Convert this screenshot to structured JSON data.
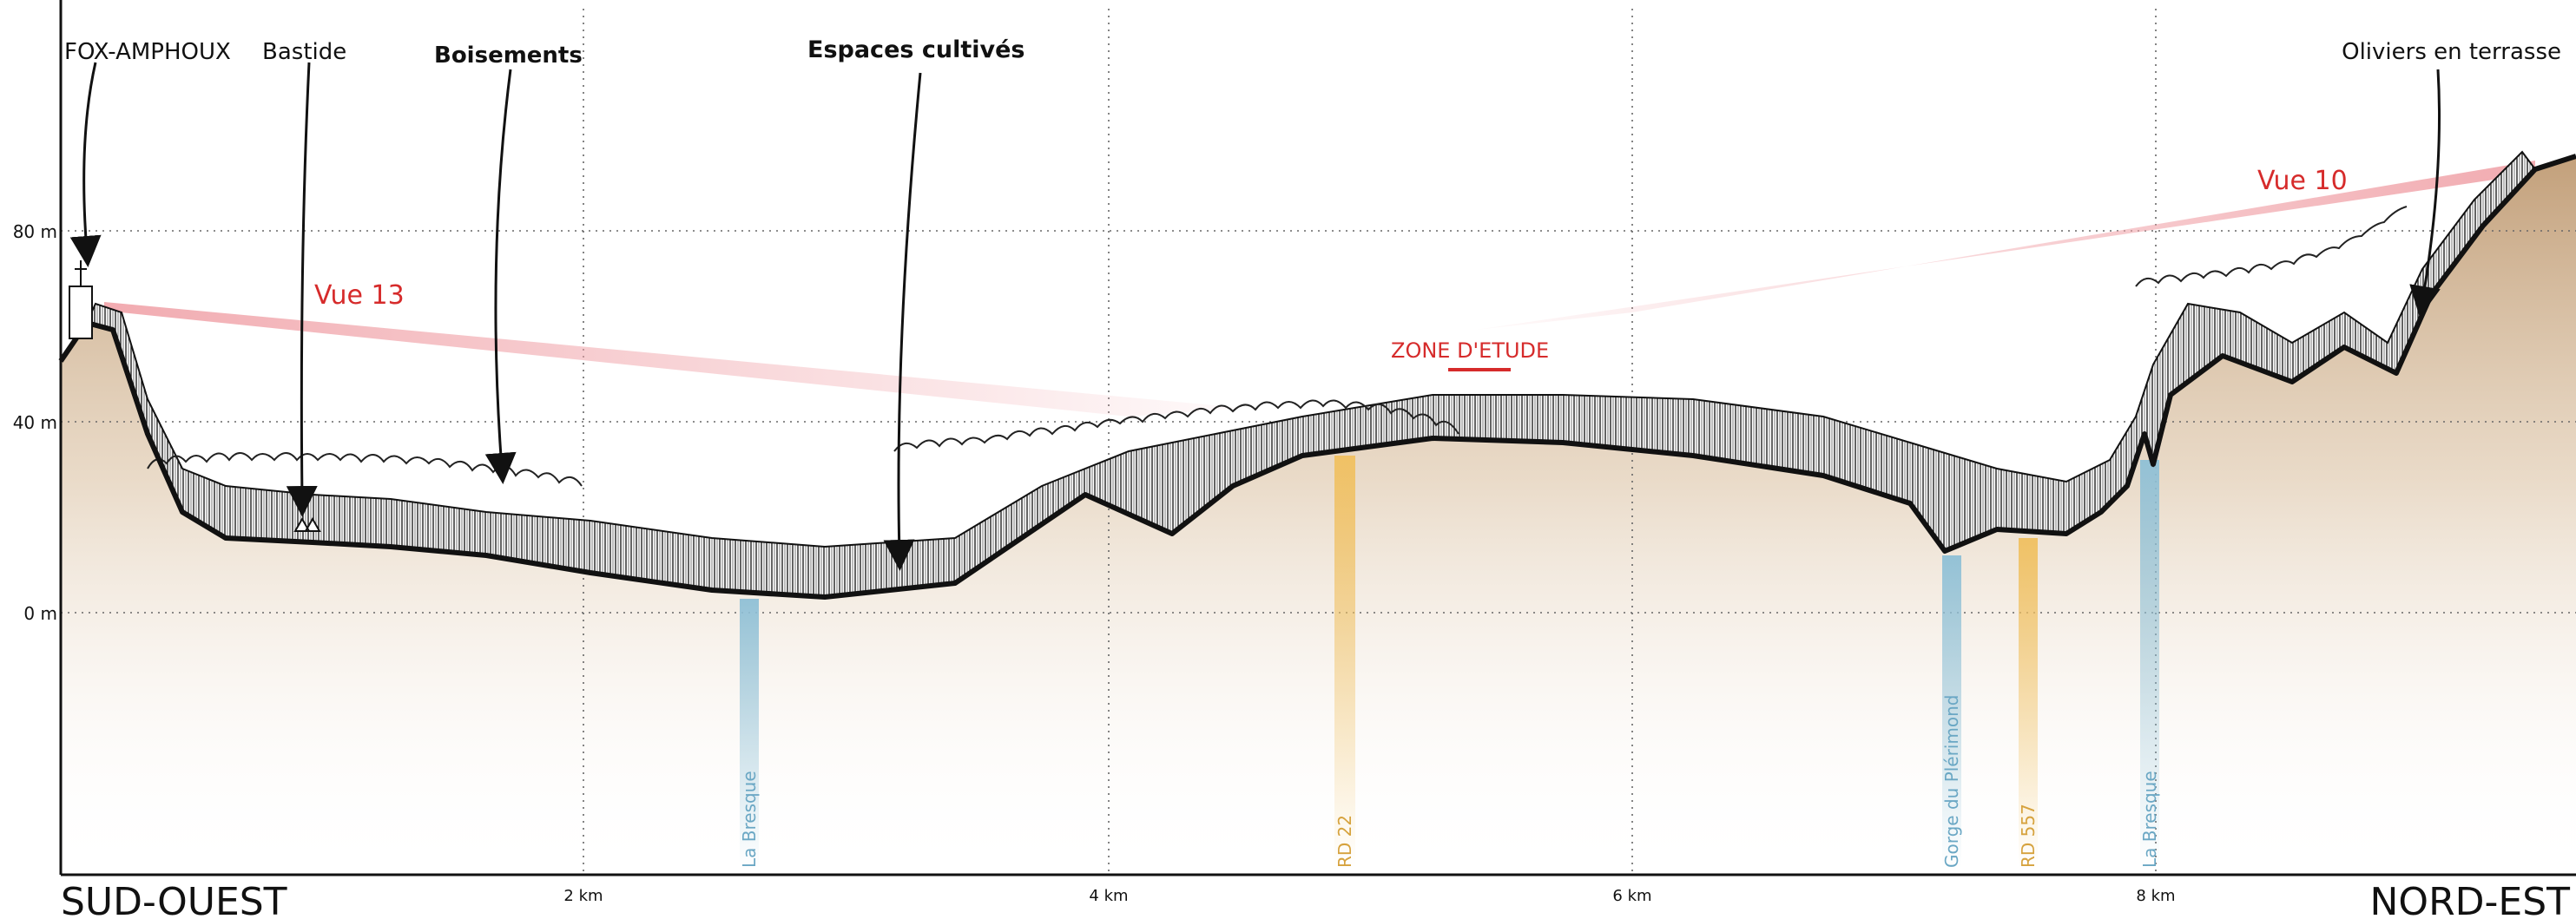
{
  "axis": {
    "y_ticks": [
      {
        "value": 80,
        "label": "80 m"
      },
      {
        "value": 40,
        "label": "40 m"
      },
      {
        "value": 0,
        "label": "0 m"
      }
    ],
    "x_ticks": [
      {
        "value": 2,
        "label": "2 km"
      },
      {
        "value": 4,
        "label": "4 km"
      },
      {
        "value": 6,
        "label": "6 km"
      },
      {
        "value": 8,
        "label": "8 km"
      }
    ],
    "left_label": "SUD-OUEST",
    "right_label": "NORD-EST"
  },
  "annotations": {
    "fox_amphoux": "FOX-AMPHOUX",
    "bastide": "Bastide",
    "boisements": "Boisements",
    "espaces_cultives": "Espaces cultivés",
    "oliviers": "Oliviers en terrasse",
    "zone_etude": "ZONE D'ETUDE"
  },
  "views": {
    "vue13": "Vue 13",
    "vue10": "Vue 10"
  },
  "crossings": [
    {
      "km": 2.6,
      "label": "La Bresque",
      "kind": "water"
    },
    {
      "km": 4.9,
      "label": "RD 22",
      "kind": "road"
    },
    {
      "km": 7.25,
      "label": "Gorge du Plérimond",
      "kind": "water"
    },
    {
      "km": 7.55,
      "label": "RD 557",
      "kind": "road"
    },
    {
      "km": 8.0,
      "label": "La Bresque",
      "kind": "water"
    }
  ],
  "colors": {
    "ground": "#c9a27c",
    "water": "#9fc9dc",
    "road": "#f0c66a",
    "view_cone": "#f2b0b4",
    "accent_red": "#d62b2b",
    "grid": "#777777",
    "ink": "#111111"
  }
}
